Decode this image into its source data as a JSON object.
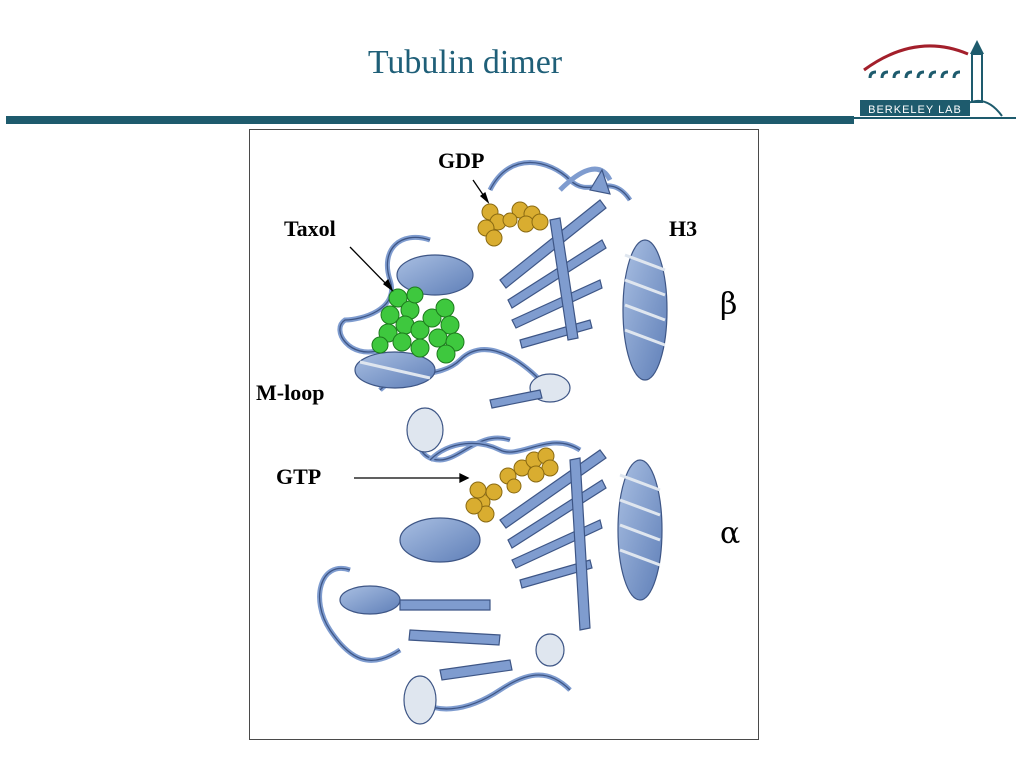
{
  "slide": {
    "title": "Tubulin dimer",
    "logo_text": "BERKELEY LAB"
  },
  "figure": {
    "labels": {
      "gdp": "GDP",
      "taxol": "Taxol",
      "h3": "H3",
      "m_loop": "M-loop",
      "gtp": "GTP",
      "beta": "β",
      "alpha": "α"
    },
    "colors": {
      "ribbon": "#7f9ccf",
      "ribbon_light": "#dfe6ef",
      "taxol": "#3ec83e",
      "nucleotide": "#d9ad30",
      "title": "#1f5f78",
      "rule": "#1e5b6d"
    }
  }
}
